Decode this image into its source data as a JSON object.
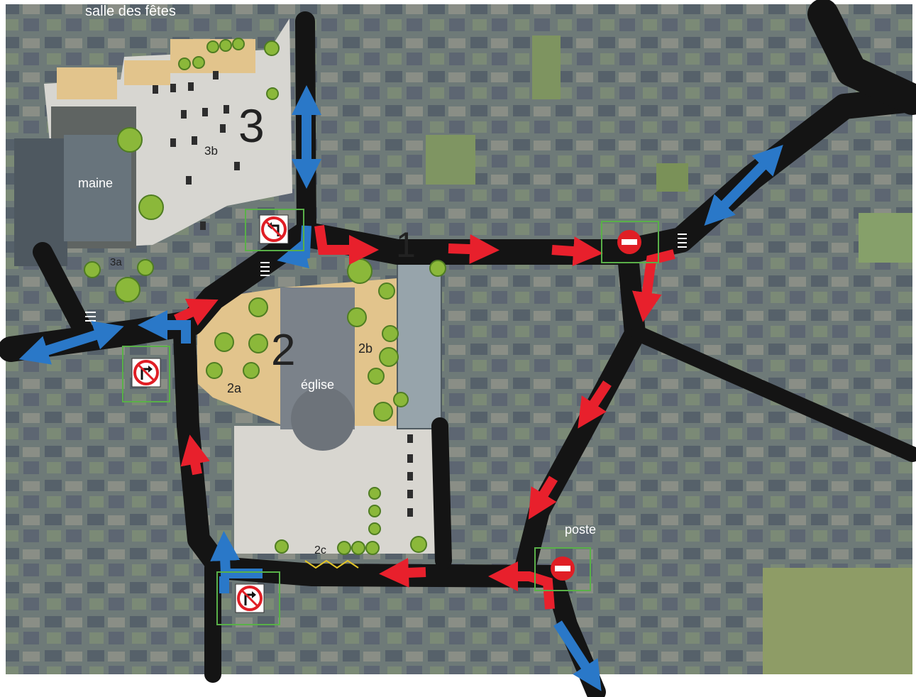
{
  "map": {
    "labels": {
      "salle_des_fetes": "salle des fêtes",
      "maine": "maine",
      "eglise": "église",
      "poste": "poste",
      "zone_1": "1",
      "zone_2": "2",
      "zone_3": "3",
      "zone_2a": "2a",
      "zone_2b": "2b",
      "zone_2c": "2c",
      "zone_3a": "3a",
      "zone_3b": "3b"
    },
    "signs": [
      {
        "id": "no-left-turn-1",
        "icon": "no-left-turn-icon"
      },
      {
        "id": "no-entry-1",
        "icon": "no-entry-icon"
      },
      {
        "id": "no-right-turn-1",
        "icon": "no-right-turn-icon"
      },
      {
        "id": "no-right-turn-2",
        "icon": "no-right-turn-icon"
      },
      {
        "id": "no-entry-2",
        "icon": "no-entry-icon"
      }
    ],
    "colors": {
      "one_way_arrow": "#e8202c",
      "two_way_arrow": "#2a78c8",
      "road": "#141414",
      "plaza": "#e3dfd6",
      "sand_area": "#e2c48c",
      "tree": "#8bb83a",
      "sign_frame": "#59b048",
      "no_entry": "#e01e25"
    }
  }
}
